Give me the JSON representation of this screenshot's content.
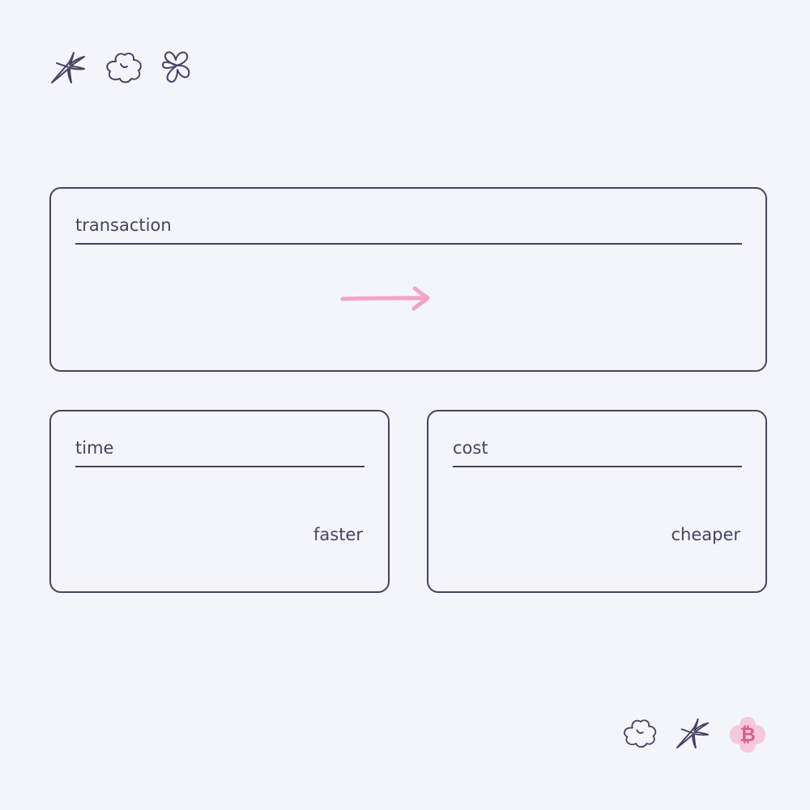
{
  "cards": {
    "transaction": {
      "title": "transaction"
    },
    "time": {
      "title": "time",
      "value": "faster"
    },
    "cost": {
      "title": "cost",
      "value": "cheaper"
    }
  },
  "icons": {
    "top": [
      "star-doodle-icon",
      "flower-doodle-icon",
      "flower-outline-icon"
    ],
    "bottom": [
      "flower-doodle-icon",
      "star-doodle-icon",
      "bitcoin-icon"
    ],
    "bitcoin_symbol": "₿"
  },
  "colors": {
    "background": "#f2f6fb",
    "ink": "#4a4063",
    "arrow": "#f4a3c4",
    "bitcoin_bg": "#f6c9d8",
    "bitcoin_fg": "#d85f8e"
  }
}
